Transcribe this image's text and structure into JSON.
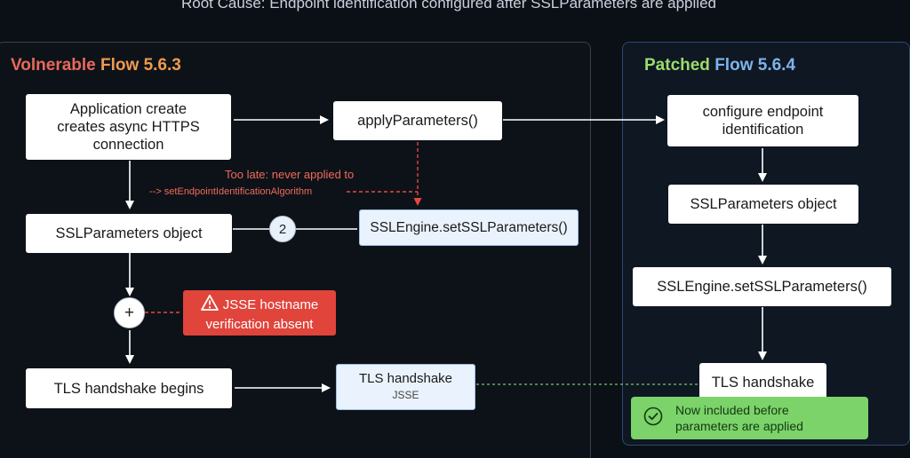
{
  "title": "Root Cause: Endpoint identification configured after SSLParameters are applied",
  "vulnerable": {
    "heading_a": "Volnerable",
    "heading_b": "Flow 5.6.3",
    "app_create": [
      "Application create",
      "creates async HTTPS",
      "connection"
    ],
    "apply_params": "applyParameters()",
    "ssl_params": "SSLParameters object",
    "step_number": "2",
    "engine_set": "SSLEngine.setSSLParameters()",
    "too_late": "Too late: never applied to",
    "algorithm": "--> setEndpointIdentificationAlgorithm",
    "plus": "+",
    "alert": [
      "JSSE hostname",
      "verification absent"
    ],
    "tls_begins": "TLS handshake begins",
    "tls_mid": "TLS handshake",
    "tls_mid_sub": "JSSE"
  },
  "patched": {
    "heading_a": "Patched",
    "heading_b": "Flow 5.6.4",
    "configure": [
      "configure endpoint",
      "identification"
    ],
    "ssl_params": "SSLParameters object",
    "engine_set": "SSLEngine.setSSLParameters()",
    "tls": "TLS handshake",
    "note": [
      "Now included before",
      "parameters are applied"
    ]
  },
  "colors": {
    "background": "#0b0f16",
    "alert_red": "#e0443b",
    "note_red": "#f06a5a",
    "success_green": "#7bd36a",
    "patched_border": "#2a4a74"
  },
  "icons": [
    "warning-icon",
    "check-circle-icon"
  ]
}
